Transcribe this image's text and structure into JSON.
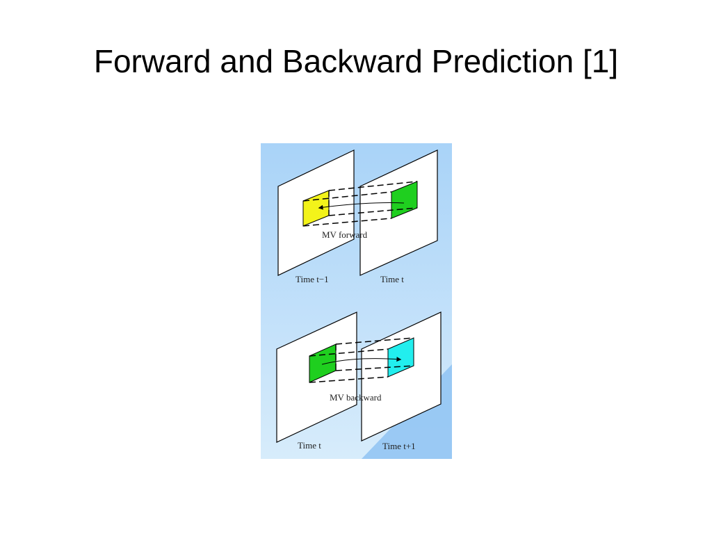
{
  "slide": {
    "title": "Forward and Backward Prediction [1]"
  },
  "diagram": {
    "top": {
      "mv_label": "MV forward",
      "left_frame_label": "Time t−1",
      "right_frame_label": "Time t",
      "reference_block_color": "#f3f31a",
      "current_block_color": "#1fcf1f"
    },
    "bottom": {
      "mv_label": "MV backward",
      "left_frame_label": "Time t",
      "right_frame_label": "Time t+1",
      "current_block_color": "#1fcf1f",
      "reference_block_color": "#22eeee"
    },
    "colors": {
      "background_top": "#a9d3f8",
      "background_bottom": "#d7ecfb",
      "accent": "#8fc3f2"
    }
  }
}
